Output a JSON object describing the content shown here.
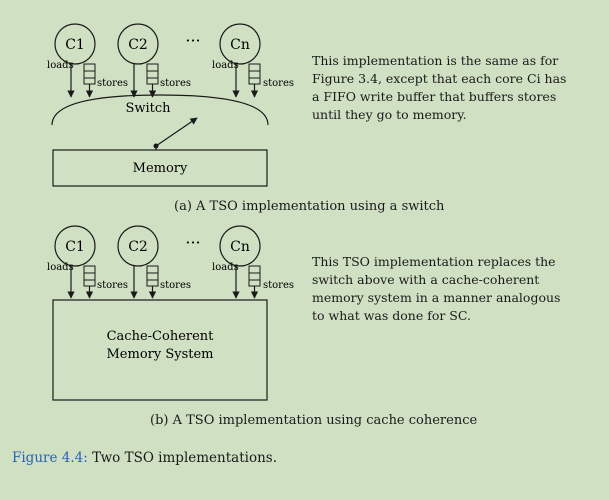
{
  "part_a": {
    "cores": [
      "C1",
      "C2",
      "Cn"
    ],
    "ellipsis": "···",
    "loads_label": "loads",
    "stores_label": "stores",
    "switch_label": "Switch",
    "memory_label": "Memory",
    "description": [
      "This implementation is the same as for",
      "Figure 3.4, except that each core Ci has",
      "a FIFO write buffer that buffers stores",
      "until they go to memory."
    ],
    "caption": "(a) A TSO implementation using a switch"
  },
  "part_b": {
    "cores": [
      "C1",
      "C2",
      "Cn"
    ],
    "ellipsis": "···",
    "loads_label": "loads",
    "stores_label": "stores",
    "memory_line1": "Cache-Coherent",
    "memory_line2": "Memory System",
    "description": [
      "This TSO implementation replaces the",
      "switch above with a cache-coherent",
      "memory system in a manner analogous",
      "to what was done for SC."
    ],
    "caption": "(b) A TSO implementation using cache coherence"
  },
  "figure": {
    "label": "Figure 4.4:",
    "text": " Two TSO implementations."
  }
}
